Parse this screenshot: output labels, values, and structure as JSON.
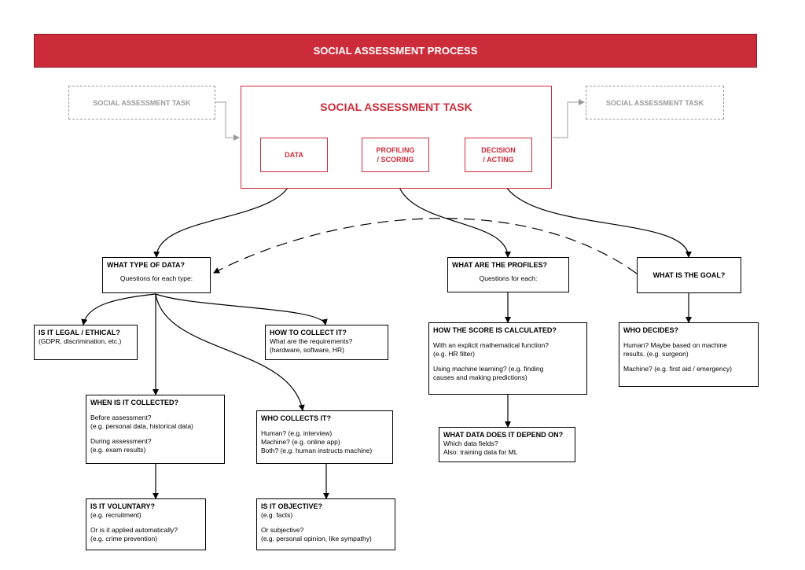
{
  "header": {
    "title": "SOCIAL ASSESSMENT PROCESS"
  },
  "ghost_left": {
    "label": "SOCIAL ASSESSMENT TASK"
  },
  "ghost_right": {
    "label": "SOCIAL ASSESSMENT TASK"
  },
  "main_task": {
    "title": "SOCIAL ASSESSMENT TASK",
    "data": "DATA",
    "profiling": [
      "PROFILING",
      "/ SCORING"
    ],
    "decision": [
      "DECISION",
      "/ ACTING"
    ]
  },
  "type_of_data": {
    "title": "WHAT TYPE OF DATA?",
    "sub": "Questions for each type:"
  },
  "profiles": {
    "title": "WHAT ARE THE PROFILES?",
    "sub": "Questions for each:"
  },
  "goal": {
    "title": "WHAT IS THE GOAL?"
  },
  "legal": {
    "title": "IS IT LEGAL / ETHICAL?",
    "lines": [
      "(GDPR, discrimination, etc.)"
    ]
  },
  "collect": {
    "title": "HOW TO COLLECT IT?",
    "lines": [
      "What are the requirements?",
      "(hardware, software, HR)"
    ]
  },
  "when": {
    "title": "WHEN IS IT COLLECTED?",
    "lines": [
      "Before assessment?",
      "(e.g. personal data, historical data)",
      "During assessment?",
      "(e.g. exam results)"
    ]
  },
  "who_collects": {
    "title": "WHO COLLECTS IT?",
    "lines": [
      "Human? (e.g. interview)",
      "Machine? (e.g. online app)",
      "Both? (e.g. human instructs machine)"
    ]
  },
  "voluntary": {
    "title": "IS IT VOLUNTARY?",
    "lines": [
      "(e.g. recruitment)",
      "Or is it applied automatically?",
      "(e.g. crime prevention)"
    ]
  },
  "objective": {
    "title": "IS IT OBJECTIVE?",
    "lines": [
      "(e.g. facts)",
      "Or subjective?",
      "(e.g. personal opinion, like sympathy)"
    ]
  },
  "score": {
    "title": "HOW THE SCORE IS CALCULATED?",
    "lines": [
      "With an explicit mathematical function?",
      "(e.g. HR filter)",
      "Using machine learning? (e.g. finding",
      "causes and making predictions)"
    ]
  },
  "depend": {
    "title": "WHAT DATA DOES IT DEPEND ON?",
    "lines": [
      "Which data fields?",
      "Also: training data for ML"
    ]
  },
  "decides": {
    "title": "WHO DECIDES?",
    "lines": [
      "Human? Maybe based on machine",
      "results. (e.g. surgeon)",
      "Machine? (e.g. first aid / emergency)"
    ]
  },
  "colors": {
    "accent": "#cc2c3a",
    "ghost": "#9a9a9a",
    "line": "#000000"
  }
}
